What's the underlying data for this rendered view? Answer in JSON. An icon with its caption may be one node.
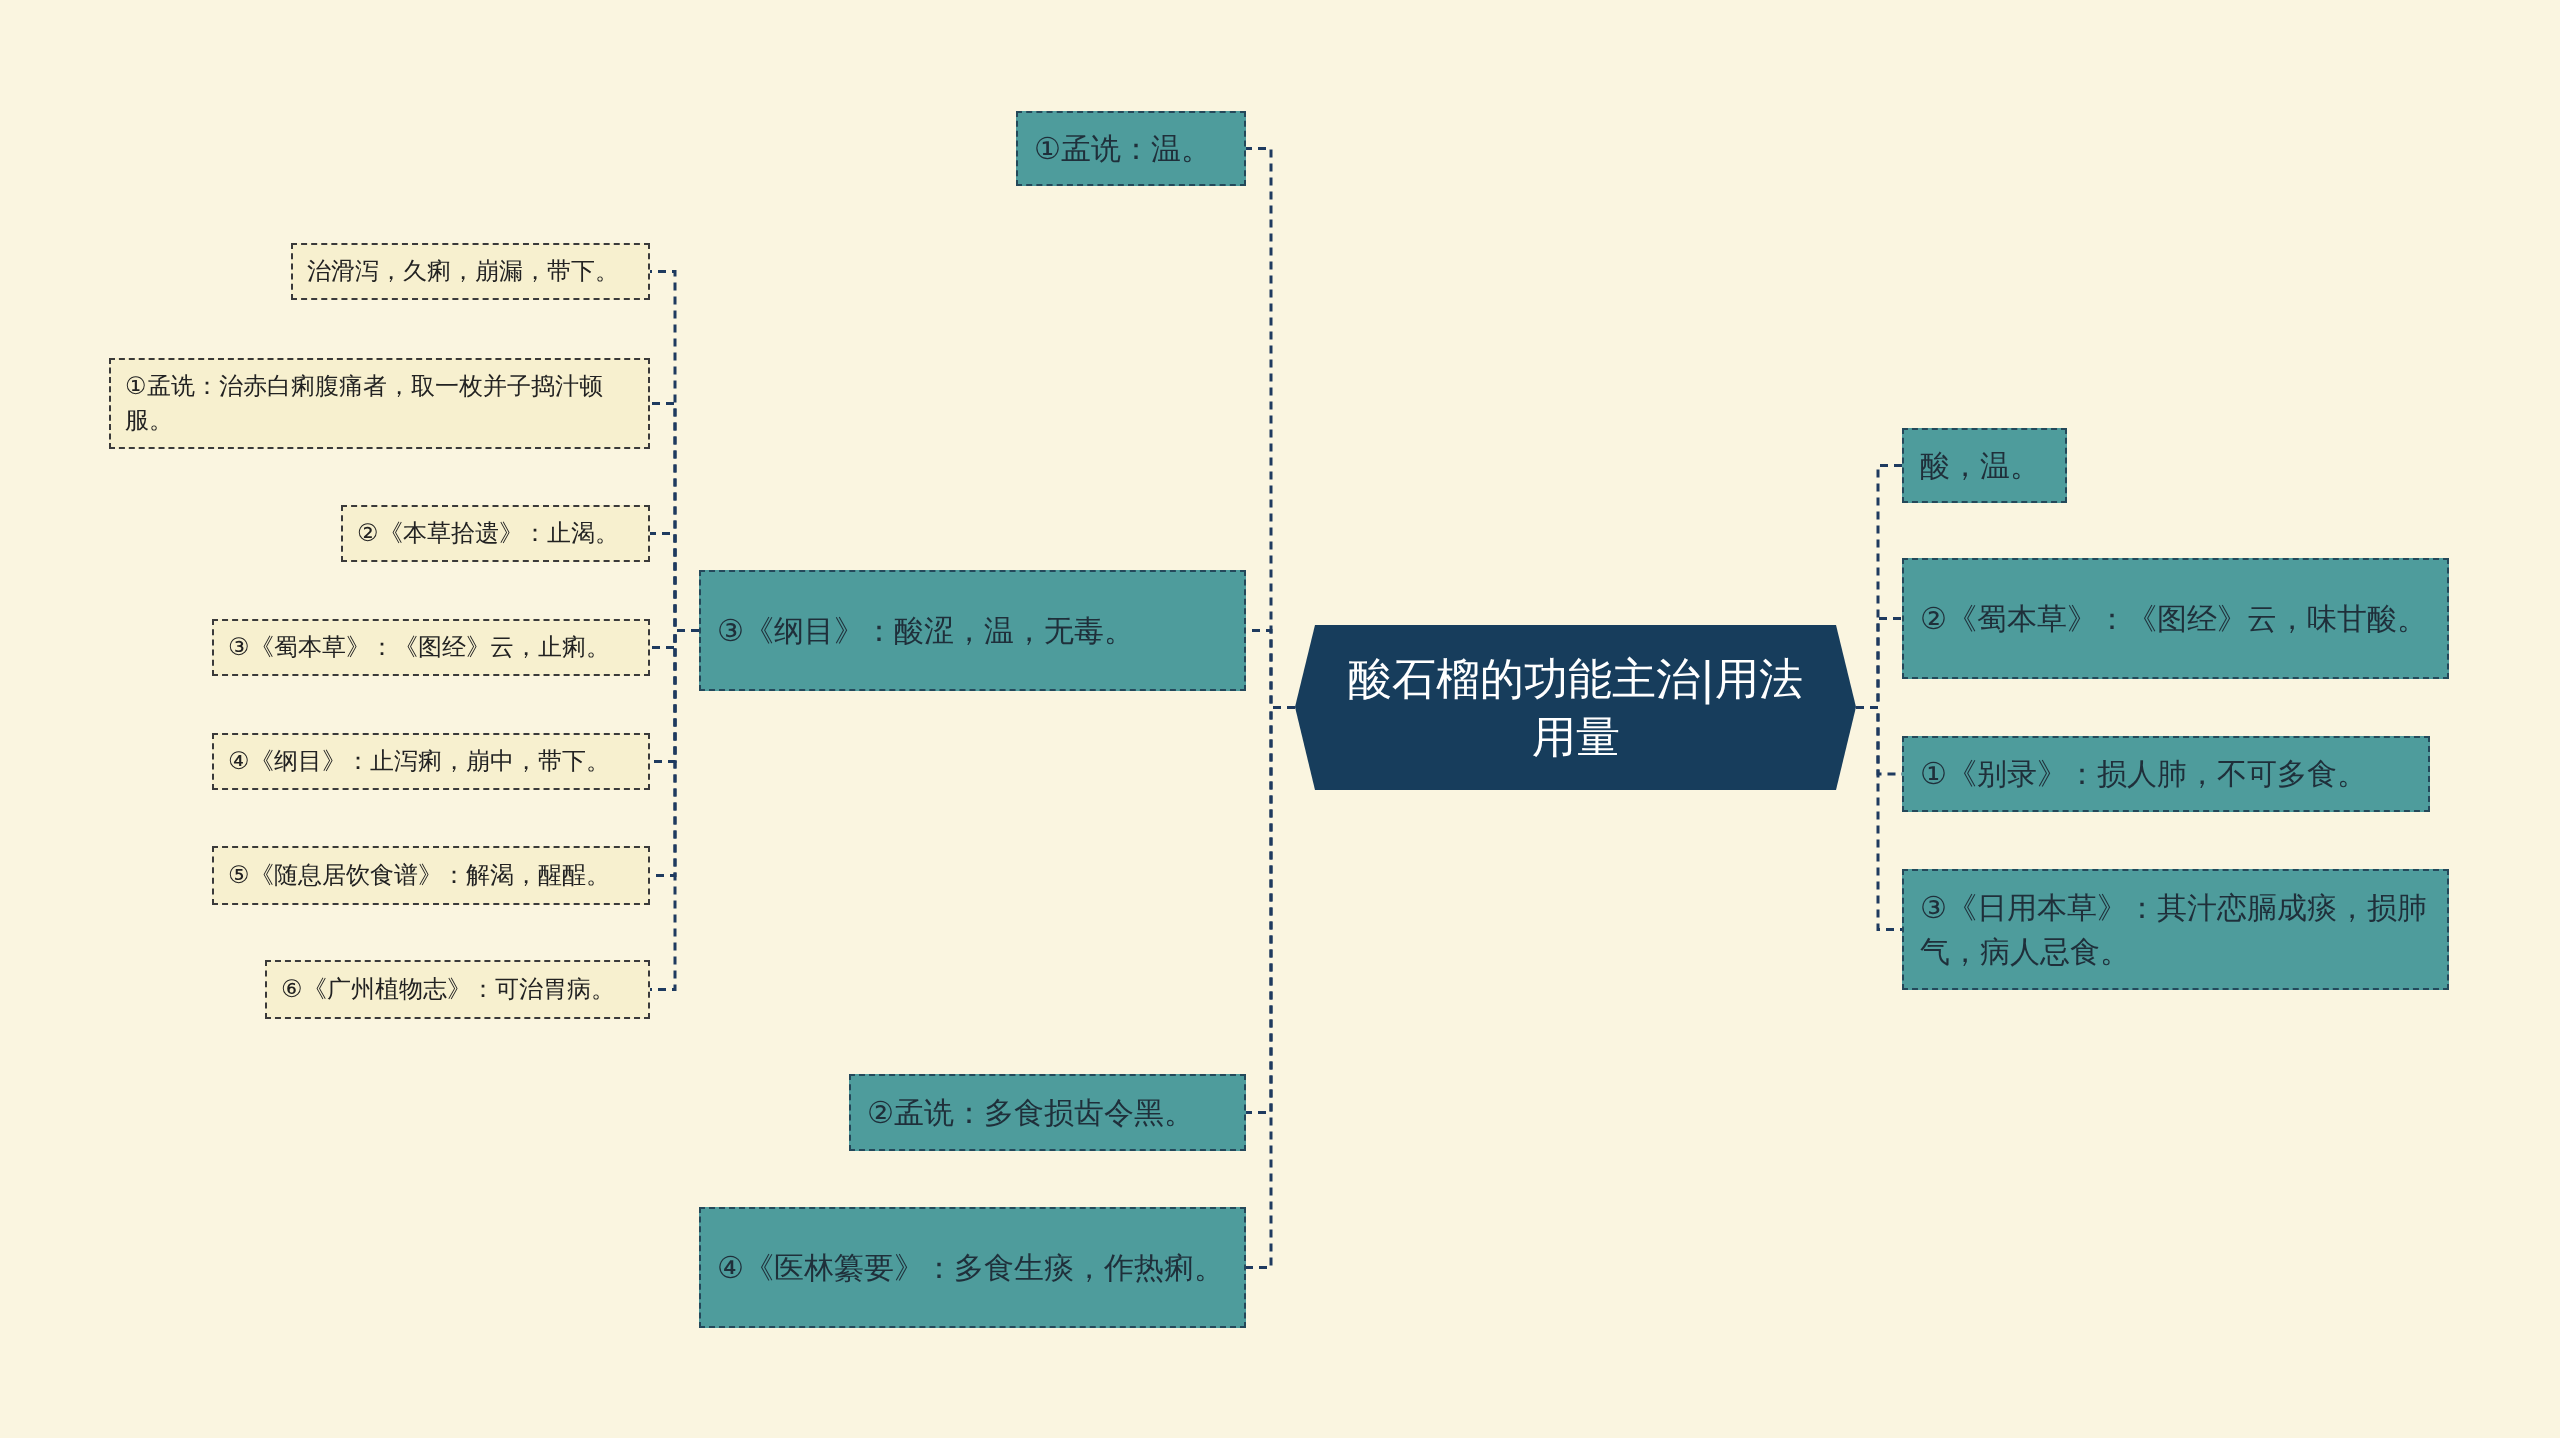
{
  "diagram": {
    "nodes": [
      {
        "text": [
          "酸石榴的功能主治|用法用量"
        ]
      },
      {
        "text": [
          "①孟诜：温。"
        ]
      },
      {
        "text": [
          "③《纲目》：酸涩，温，无毒。"
        ]
      },
      {
        "text": [
          "治滑泻，久痢，崩漏，带下。"
        ]
      },
      {
        "text": [
          "①孟诜：治赤白痢腹痛者，取一枚并子捣汁顿服。"
        ]
      },
      {
        "text": [
          "②《本草拾遗》：止渴。"
        ]
      },
      {
        "text": [
          "③《蜀本草》：《图经》云，止痢。"
        ]
      },
      {
        "text": [
          "④《纲目》：止泻痢，崩中，带下。"
        ]
      },
      {
        "text": [
          "⑤《随息居饮食谱》：解渴，醒酲。"
        ]
      },
      {
        "text": [
          "⑥《广州植物志》：可治胃病。"
        ]
      },
      {
        "text": [
          "②孟诜：多食损齿令黑。"
        ]
      },
      {
        "text": [
          "④《医林纂要》：多食生痰，作热痢。"
        ]
      },
      {
        "text": [
          "酸，温。"
        ]
      },
      {
        "text": [
          "②《蜀本草》：《图经》云，味甘酸。"
        ]
      },
      {
        "text": [
          "①《别录》：损人肺，不可多食。"
        ]
      },
      {
        "text": [
          "③《日用本草》：其汁恋膈成痰，损肺气，病人忌食。"
        ]
      }
    ],
    "edges": [
      {
        "from": 0,
        "to": 1,
        "arrow": "none",
        "style": "dashed"
      },
      {
        "from": 0,
        "to": 2,
        "arrow": "none",
        "style": "dashed"
      },
      {
        "from": 2,
        "to": 3,
        "arrow": "none",
        "style": "dashed"
      },
      {
        "from": 2,
        "to": 4,
        "arrow": "none",
        "style": "dashed"
      },
      {
        "from": 2,
        "to": 5,
        "arrow": "none",
        "style": "dashed"
      },
      {
        "from": 2,
        "to": 6,
        "arrow": "none",
        "style": "dashed"
      },
      {
        "from": 2,
        "to": 7,
        "arrow": "none",
        "style": "dashed"
      },
      {
        "from": 2,
        "to": 8,
        "arrow": "none",
        "style": "dashed"
      },
      {
        "from": 2,
        "to": 9,
        "arrow": "none",
        "style": "dashed"
      },
      {
        "from": 0,
        "to": 10,
        "arrow": "none",
        "style": "dashed"
      },
      {
        "from": 0,
        "to": 11,
        "arrow": "none",
        "style": "dashed"
      },
      {
        "from": 0,
        "to": 12,
        "arrow": "none",
        "style": "dashed"
      },
      {
        "from": 0,
        "to": 13,
        "arrow": "none",
        "style": "dashed"
      },
      {
        "from": 0,
        "to": 14,
        "arrow": "none",
        "style": "dashed"
      },
      {
        "from": 0,
        "to": 15,
        "arrow": "none",
        "style": "dashed"
      }
    ]
  }
}
